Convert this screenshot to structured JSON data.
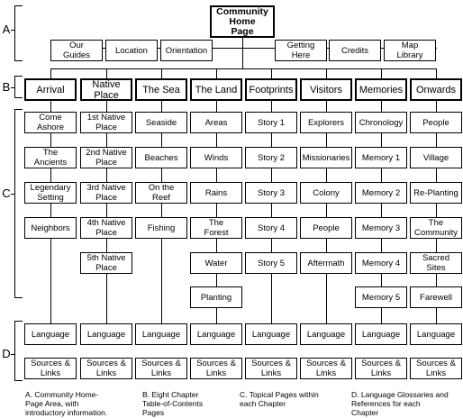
{
  "home": "Community\nHome\nPage",
  "section_labels": [
    "A",
    "B",
    "C",
    "D"
  ],
  "guide_links": [
    "Our\nGuides",
    "Location",
    "Orientation",
    "Getting\nHere",
    "Credits",
    "Map\nLibrary"
  ],
  "chapters": [
    {
      "title": "Arrival",
      "topics": [
        "Come\nAshore",
        "The\nAncients",
        "Legendary\nSetting",
        "Neighbors"
      ]
    },
    {
      "title": "Native\nPlace",
      "topics": [
        "1st Native\nPlace",
        "2nd Native\nPlace",
        "3rd Native\nPlace",
        "4th Native\nPlace",
        "5th Native\nPlace"
      ]
    },
    {
      "title": "The Sea",
      "topics": [
        "Seaside",
        "Beaches",
        "On the\nReef",
        "Fishing"
      ]
    },
    {
      "title": "The Land",
      "topics": [
        "Areas",
        "Winds",
        "Rains",
        "The\nForest",
        "Water",
        "Planting"
      ]
    },
    {
      "title": "Footprints",
      "topics": [
        "Story 1",
        "Story 2",
        "Story 3",
        "Story 4",
        "Story 5"
      ]
    },
    {
      "title": "Visitors",
      "topics": [
        "Explorers",
        "Missionaries",
        "Colony",
        "People",
        "Aftermath"
      ]
    },
    {
      "title": "Memories",
      "topics": [
        "Chronology",
        "Memory 1",
        "Memory 2",
        "Memory 3",
        "Memory 4",
        "Memory 5"
      ]
    },
    {
      "title": "Onwards",
      "topics": [
        "People",
        "Village",
        "Re-Planting",
        "The\nCommunity",
        "Sacred\nSites",
        "Farewell"
      ]
    }
  ],
  "reference_pages": [
    "Language",
    "Sources &\nLinks"
  ],
  "captions": [
    "A. Community Home-\nPage Area, with\nintroductory information.",
    "B. Eight Chapter\nTable-of-Contents\nPages",
    "C. Topical Pages within\neach Chapter",
    "D. Language Glossaries and\nReferences for each\nChapter"
  ]
}
